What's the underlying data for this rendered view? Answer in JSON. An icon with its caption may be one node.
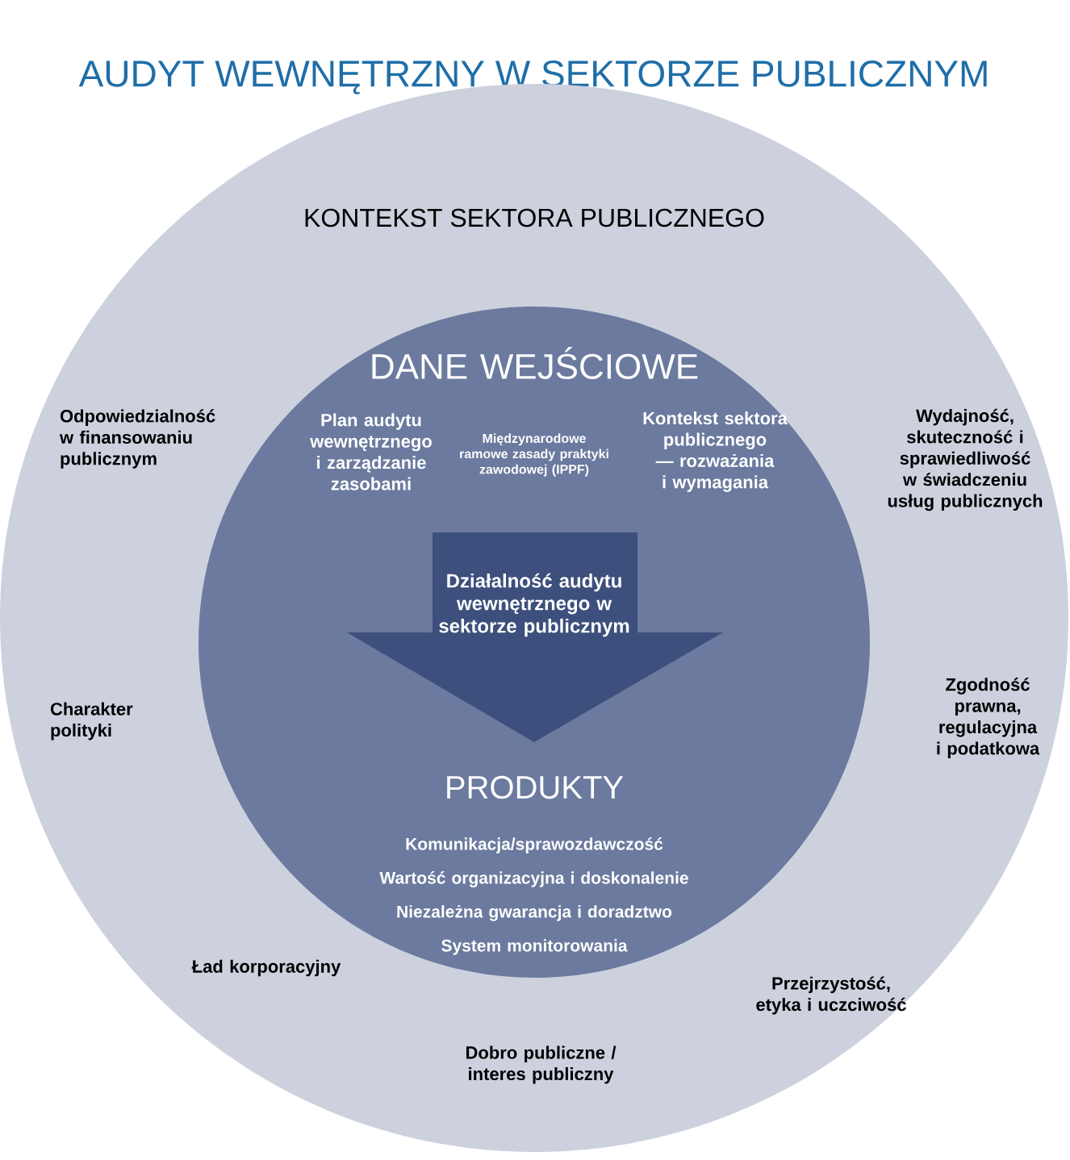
{
  "diagram": {
    "title": "AUDYT WEWNĘTRZNY W SEKTORZE PUBLICZNYM",
    "nodes": [
      {
        "text": [
          "KONTEKST SEKTORA PUBLICZNEGO",
          "Odpowiedzialność w finansowaniu publicznym",
          "Wydajność, skuteczność i sprawiedliwość w świadczeniu usług publicznych",
          "Charakter polityki",
          "Zgodność prawna, regulacyjna i podatkowa",
          "Ład korporacyjny",
          "Przejrzystość, etyka i uczciwość",
          "Dobro publiczne / interes publiczny"
        ]
      },
      {
        "text": [
          "DANE WEJŚCIOWE",
          "Plan audytu wewnętrznego i zarządzanie zasobami",
          "Międzynarodowe ramowe zasady praktyki zawodowej (IPPF)",
          "Kontekst sektora publicznego — rozważania i wymagania",
          "PRODUKTY",
          "Komunikacja/sprawozdawczość",
          "Wartość organizacyjna i doskonalenie",
          "Niezależna gwarancja i doradztwo",
          "System monitorowania"
        ],
        "in": 0
      },
      {
        "text": [
          "Działalność audytu wewnętrznego w sektorze publicznym"
        ],
        "in": 1
      }
    ]
  }
}
